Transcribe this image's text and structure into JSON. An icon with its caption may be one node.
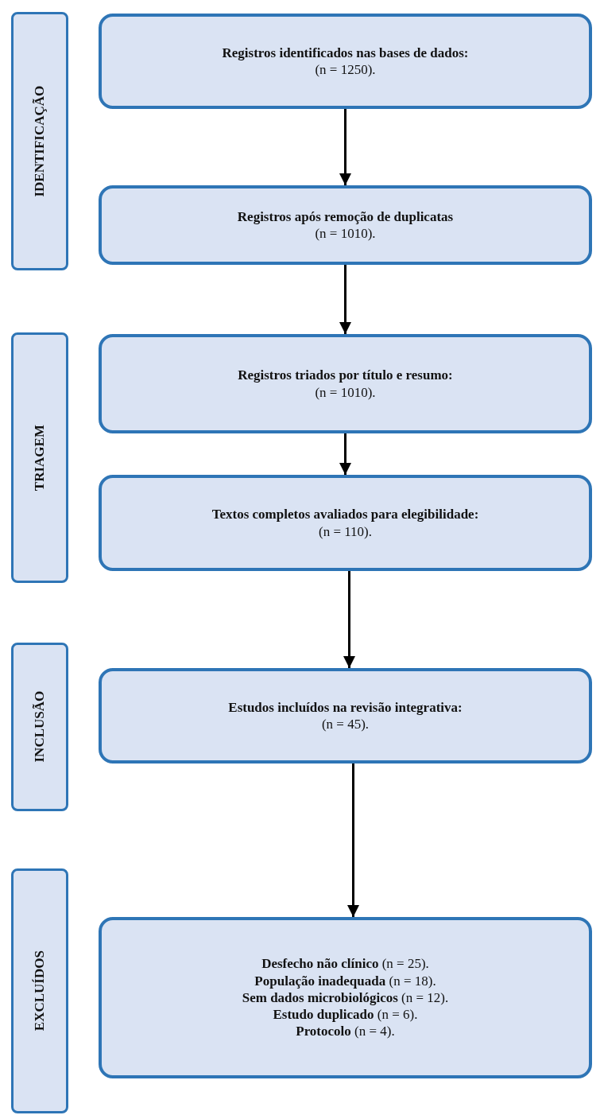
{
  "diagram": {
    "nodes": [
      {
        "text": [
          "IDENTIFICAÇÃO"
        ]
      },
      {
        "text": [
          "Registros identificados nas bases de dados:",
          "(n = 1250)."
        ]
      },
      {
        "text": [
          "Registros após remoção de duplicatas",
          "(n = 1010)."
        ]
      },
      {
        "text": [
          "TRIAGEM"
        ]
      },
      {
        "text": [
          "Registros triados por título e resumo:",
          "(n = 1010)."
        ]
      },
      {
        "text": [
          "Textos completos avaliados para elegibilidade:",
          "(n = 110)."
        ]
      },
      {
        "text": [
          "INCLUSÃO"
        ]
      },
      {
        "text": [
          "Estudos incluídos na revisão integrativa:",
          "(n = 45)."
        ]
      },
      {
        "text": [
          "EXCLUÍDOS"
        ]
      },
      {
        "text": [
          "**Desfecho não clínico** (n = 25).",
          "**População inadequada** (n = 18).",
          "**Sem dados microbiológicos** (n = 12).",
          "**Estudo duplicado** (n = 6).",
          "**Protocolo** (n = 4)."
        ]
      }
    ],
    "edges": [
      {
        "from": 1,
        "to": 2,
        "arrow": "to"
      },
      {
        "from": 2,
        "to": 4,
        "arrow": "to"
      },
      {
        "from": 4,
        "to": 5,
        "arrow": "to"
      },
      {
        "from": 5,
        "to": 7,
        "arrow": "to"
      },
      {
        "from": 7,
        "to": 9,
        "arrow": "to"
      }
    ]
  }
}
